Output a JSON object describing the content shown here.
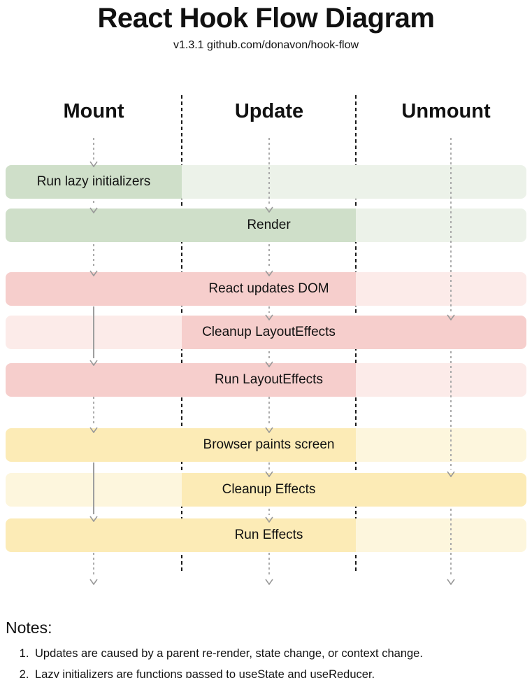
{
  "header": {
    "title": "React Hook Flow Diagram",
    "subtitle": "v1.3.1 github.com/donavon/hook-flow"
  },
  "columns": [
    {
      "id": "mount",
      "label": "Mount"
    },
    {
      "id": "update",
      "label": "Update"
    },
    {
      "id": "unmount",
      "label": "Unmount"
    }
  ],
  "rows": [
    {
      "label": "Run lazy initializers",
      "color": "green",
      "active": [
        "mount"
      ],
      "label_column": "mount"
    },
    {
      "label": "Render",
      "color": "green",
      "active": [
        "mount",
        "update"
      ],
      "label_column": "update"
    },
    {
      "label": "React updates DOM",
      "color": "pink",
      "active": [
        "mount",
        "update"
      ],
      "label_column": "update"
    },
    {
      "label": "Cleanup LayoutEffects",
      "color": "pink",
      "active": [
        "update",
        "unmount"
      ],
      "label_column": "update"
    },
    {
      "label": "Run LayoutEffects",
      "color": "pink",
      "active": [
        "mount",
        "update"
      ],
      "label_column": "update"
    },
    {
      "label": "Browser paints screen",
      "color": "yellow",
      "active": [
        "mount",
        "update"
      ],
      "label_column": "update"
    },
    {
      "label": "Cleanup Effects",
      "color": "yellow",
      "active": [
        "update",
        "unmount"
      ],
      "label_column": "update"
    },
    {
      "label": "Run Effects",
      "color": "yellow",
      "active": [
        "mount",
        "update"
      ],
      "label_column": "update"
    }
  ],
  "palette": {
    "green_active": "#cfdfc9",
    "green_inactive": "#ecf2e9",
    "pink_active": "#f6cecc",
    "pink_inactive": "#fcebe9",
    "yellow_active": "#fcebb6",
    "yellow_inactive": "#fdf6dd",
    "separator_line": "#1a1a1a",
    "arrow_line": "#ababab",
    "arrow_head": "#999999"
  },
  "notes": {
    "heading": "Notes:",
    "items": [
      "Updates are caused by a parent re-render, state change, or context change.",
      "Lazy initializers are functions passed to useState and useReducer."
    ]
  }
}
